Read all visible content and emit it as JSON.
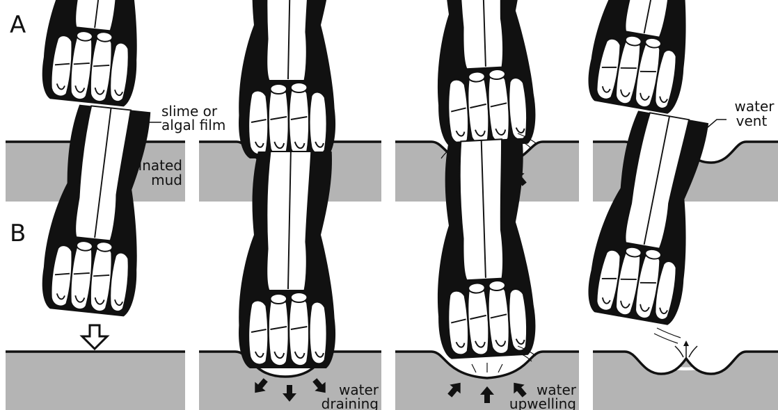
{
  "rows": [
    {
      "label": "A",
      "annotations": {
        "film": [
          "slime or",
          "algal film"
        ],
        "mud": [
          "laminated",
          "mud"
        ],
        "vent": [
          "water",
          "vent"
        ]
      }
    },
    {
      "label": "B",
      "annotations": {
        "drain": [
          "water",
          "draining"
        ],
        "upwell": [
          "water",
          "upwelling"
        ]
      }
    }
  ],
  "colors": {
    "mud": "#b4b4b4",
    "ink": "#111111",
    "background": "#ffffff"
  }
}
